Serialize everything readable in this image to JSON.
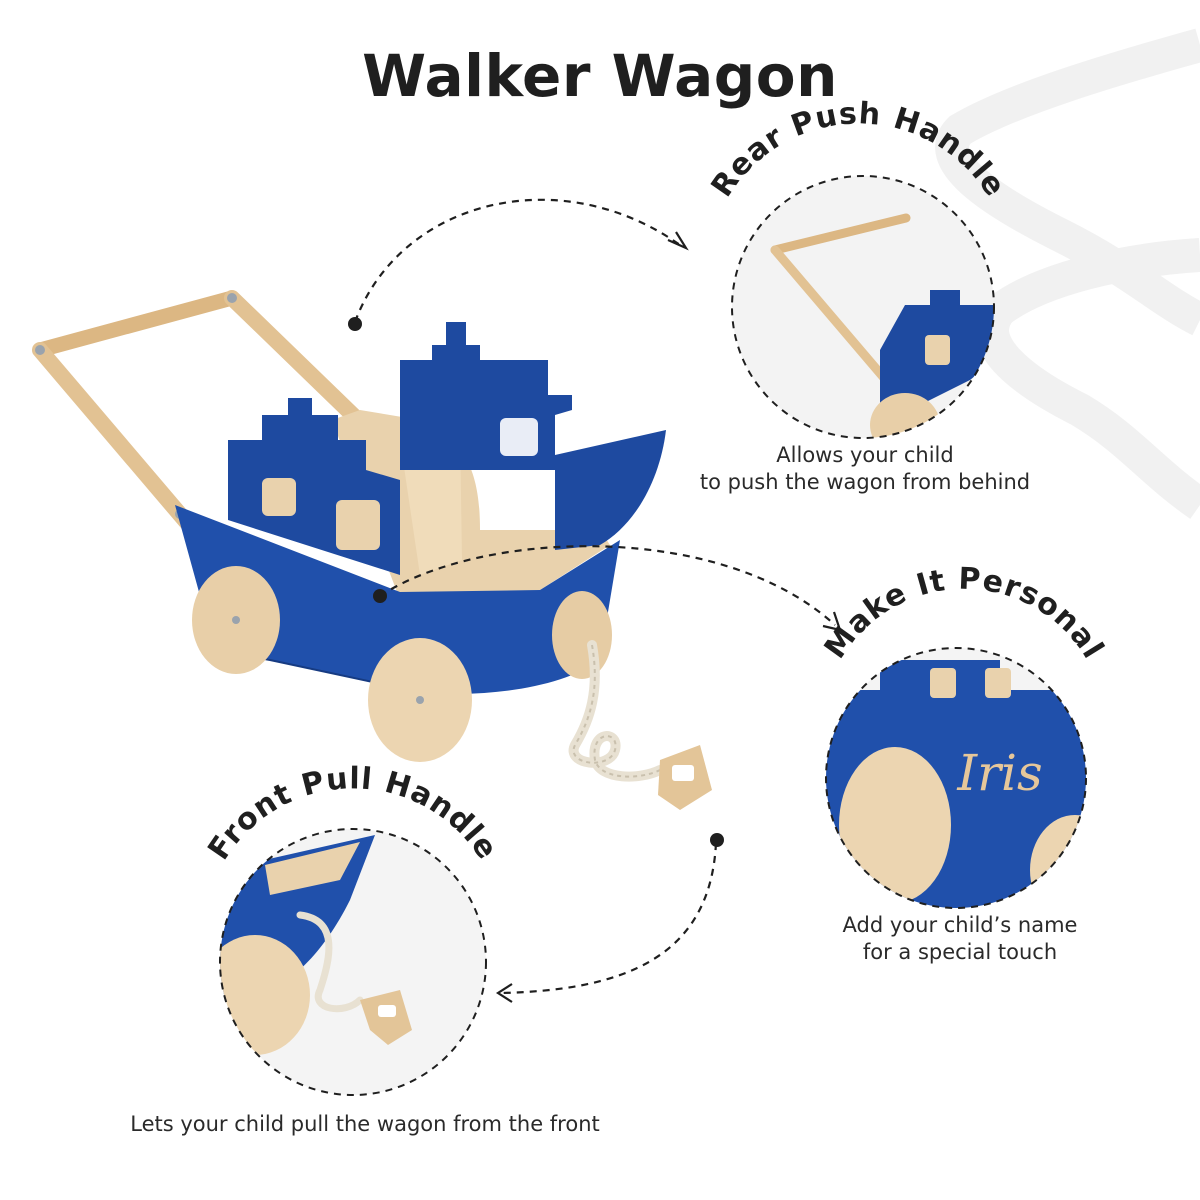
{
  "title": "Walker Wagon",
  "features": [
    {
      "heading": "Rear Push Handle",
      "caption_lines": [
        "Allows your child",
        "to push the wagon from behind"
      ]
    },
    {
      "heading": "Make It Personal",
      "caption_lines": [
        "Add your child’s name",
        "for a special touch"
      ],
      "engraving": "Iris"
    },
    {
      "heading": "Front Pull Handle",
      "caption_lines": [
        "Lets your child pull the wagon from the front"
      ]
    }
  ],
  "colors": {
    "wagon_blue": "#1f4fa3",
    "wood": "#e9d2ad",
    "handle": "#dcb783",
    "text": "#1f1f1f"
  }
}
